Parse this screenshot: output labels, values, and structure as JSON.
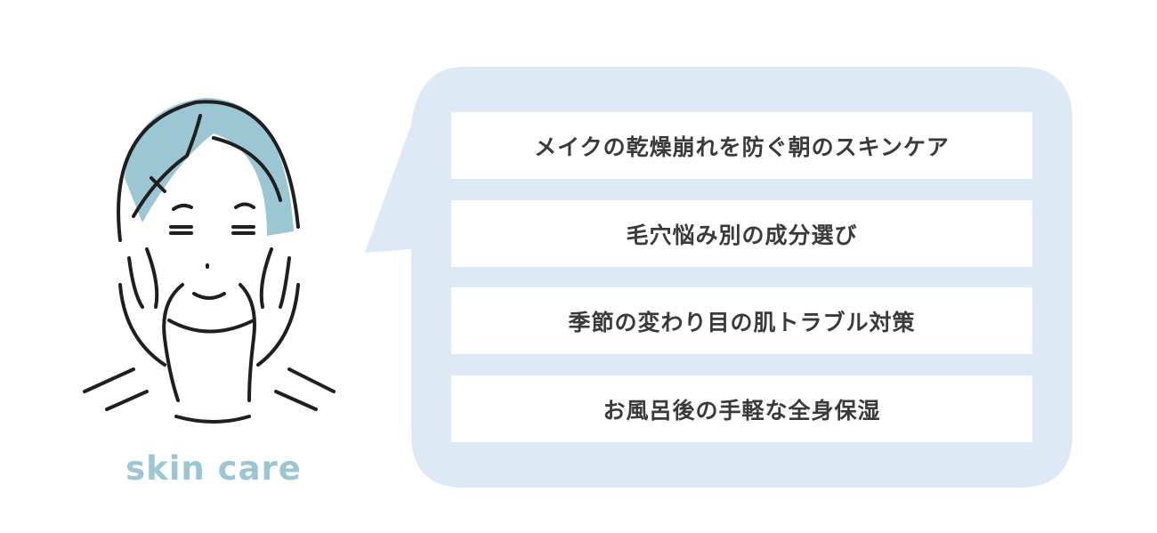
{
  "caption": "skin care",
  "items": [
    {
      "label": "メイクの乾燥崩れを防ぐ朝のスキンケア"
    },
    {
      "label": "毛穴悩み別の成分選び"
    },
    {
      "label": "季節の変わり目の肌トラブル対策"
    },
    {
      "label": "お風呂後の手軽な全身保湿"
    }
  ],
  "colors": {
    "bubble": "#dde9f5",
    "hair": "#9ac7d3",
    "line": "#1f1f1f",
    "text": "#3a3a3a"
  }
}
